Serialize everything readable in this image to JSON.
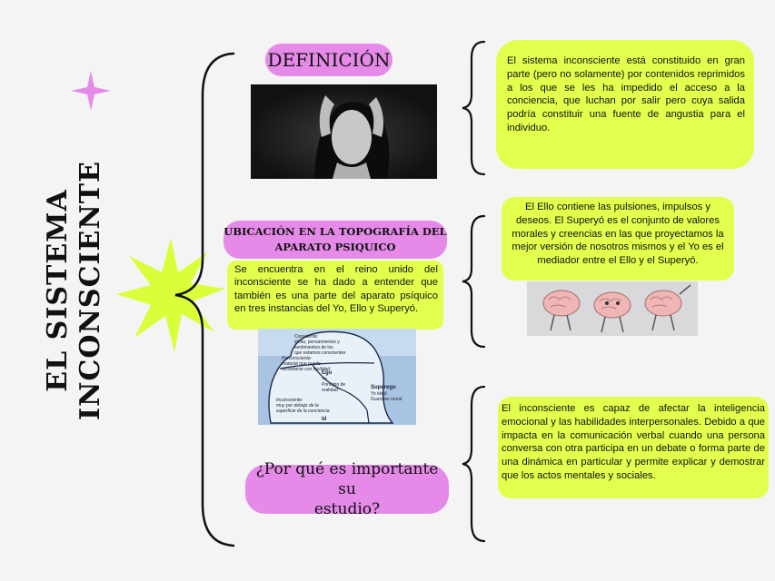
{
  "title": {
    "line1": "EL SISTEMA",
    "line2": "INCONSCIENTE"
  },
  "definition": {
    "label": "DEFINICIÓN",
    "text": "El sistema inconsciente está constituido en gran parte (pero no solamente) por contenidos reprimidos a los que se les ha impedido el acceso a la conciencia, que luchan por salir pero cuya salida podría constituir una fuente de angustia para el individuo."
  },
  "location": {
    "label_line1": "UBICACIÓN EN LA TOPOGRAFÍA DEL",
    "label_line2": "APARATO PSIQUICO",
    "text": "Se encuentra en el reino unido del inconsciente se ha dado a entender que también es una parte del aparato psíquico en tres instancias del Yo, Ello y Superyó.",
    "ello_text": "El Ello contiene las pulsiones, impulsos y deseos. El Superyó es el conjunto de valores morales y creencias en las que proyectamos la mejor versión de nosotros mismos y el Yo es el mediador entre el Ello y el Superyó."
  },
  "iceberg": {
    "conscious": "Consciente:",
    "conscious_desc1": "ideas, pensamientos y",
    "conscious_desc2": "sentimientos de los",
    "conscious_desc3": "que estamos conscientes",
    "preconscious": "Preconsciente:",
    "preconscious_desc1": "material que puede",
    "preconscious_desc2": "recordarse con facilidad",
    "ego": "Ego",
    "ego_sub1": "Yo",
    "ego_sub2": "Principio de",
    "ego_sub3": "realidad",
    "superego": "Superego",
    "superego_sub1": "Yo ideal",
    "superego_sub2": "Guardián moral",
    "unconscious": "Inconsciente:",
    "unconscious_desc1": "muy por debajo de la",
    "unconscious_desc2": "superficie de la conciencia",
    "id": "Id"
  },
  "importance": {
    "label_line1": "¿Por qué es importante su",
    "label_line2": "estudio?",
    "text": "El inconsciente es capaz de afectar la inteligencia emocional y las habilidades interpersonales. Debido a que impacta en la comunicación verbal cuando una persona conversa con otra participa en un debate o forma parte de una dinámica en particular y permite explicar y demostrar que los actos mentales y sociales."
  },
  "colors": {
    "pink": "#e58ae8",
    "lime": "#e2ff4e",
    "star_green": "#d9ff3a",
    "sparkle": "#e58ae8"
  }
}
